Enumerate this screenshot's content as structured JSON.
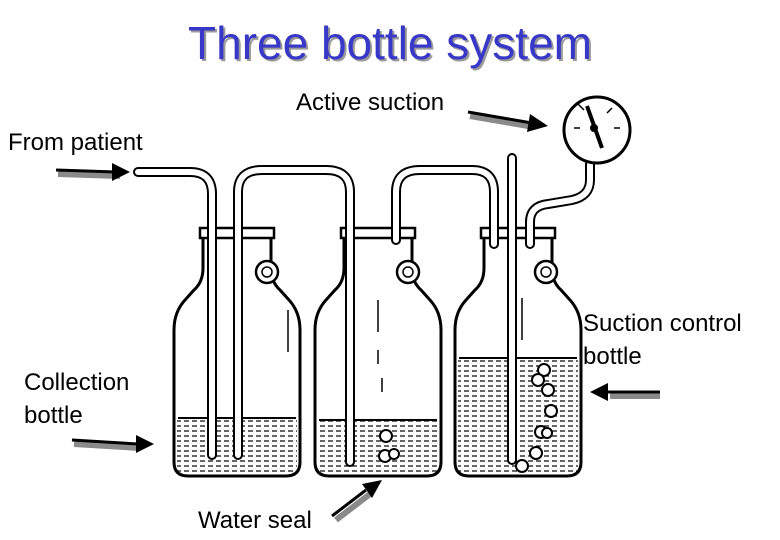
{
  "slide": {
    "title": "Three bottle system",
    "labels": {
      "active_suction": "Active suction",
      "from_patient": "From patient",
      "collection_line1": "Collection",
      "collection_line2": "bottle",
      "suction_control_line1": "Suction control",
      "suction_control_line2": "bottle",
      "water_seal": "Water seal"
    }
  },
  "diagram": {
    "bottles": [
      "collection-bottle",
      "water-seal-bottle",
      "suction-control-bottle"
    ],
    "gauge": "suction-gauge-icon",
    "colors": {
      "title": "#3737c8",
      "title_shadow": "#9a9a9a",
      "ink": "#000000",
      "arrow_shadow": "#8a8a8a"
    }
  }
}
